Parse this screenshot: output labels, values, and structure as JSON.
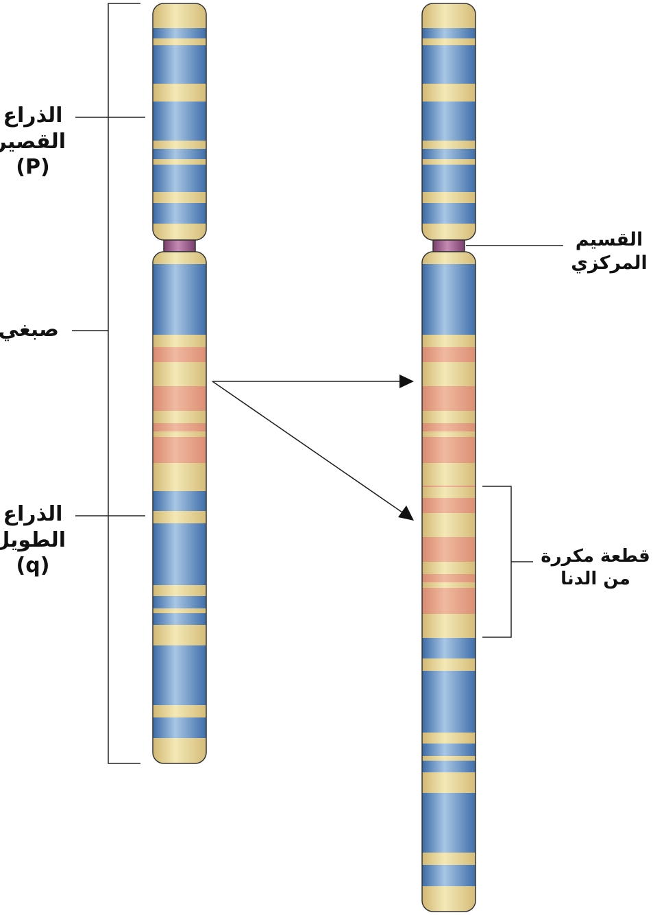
{
  "labels": {
    "short_arm": [
      "الذراع",
      "القصير",
      "(P)"
    ],
    "chromosome": "صبغي",
    "long_arm": [
      "الذراع",
      "الطويل",
      "(q)"
    ],
    "centromere": [
      "القسيم",
      "المركزي"
    ],
    "repeat_segment": [
      "قطعة مكررة",
      "من الدنا"
    ]
  },
  "colors": {
    "blue": "#4a78b0",
    "blue_highlight": "#a8c6e4",
    "yellow": "#ddc785",
    "yellow_highlight": "#f3e8b6",
    "pink": "#e09a7e",
    "centromere": "#8c4e80",
    "outline": "#333333"
  }
}
